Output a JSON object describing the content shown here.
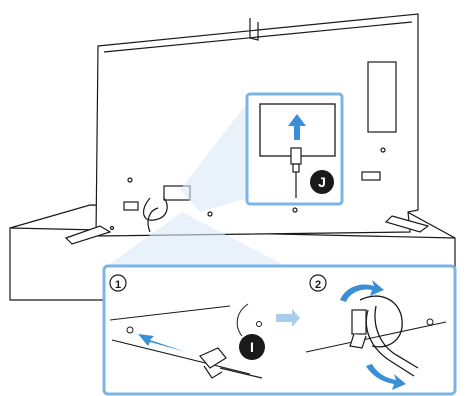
{
  "steps": {
    "step1_label": "1",
    "step2_label": "2"
  },
  "markers": {
    "marker_j": "J",
    "marker_i": "I"
  },
  "colors": {
    "accent_blue": "#3b8fd6",
    "panel_border": "#7cb4e6",
    "line": "#1a1a1a",
    "fill_light": "#f7f7f7"
  },
  "icons": {
    "arrow_up": "arrow-up-icon",
    "arrow_right": "arrow-right-icon",
    "curved_arrow": "curved-arrow-icon",
    "hdmi_plug": "hdmi-plug-icon"
  }
}
